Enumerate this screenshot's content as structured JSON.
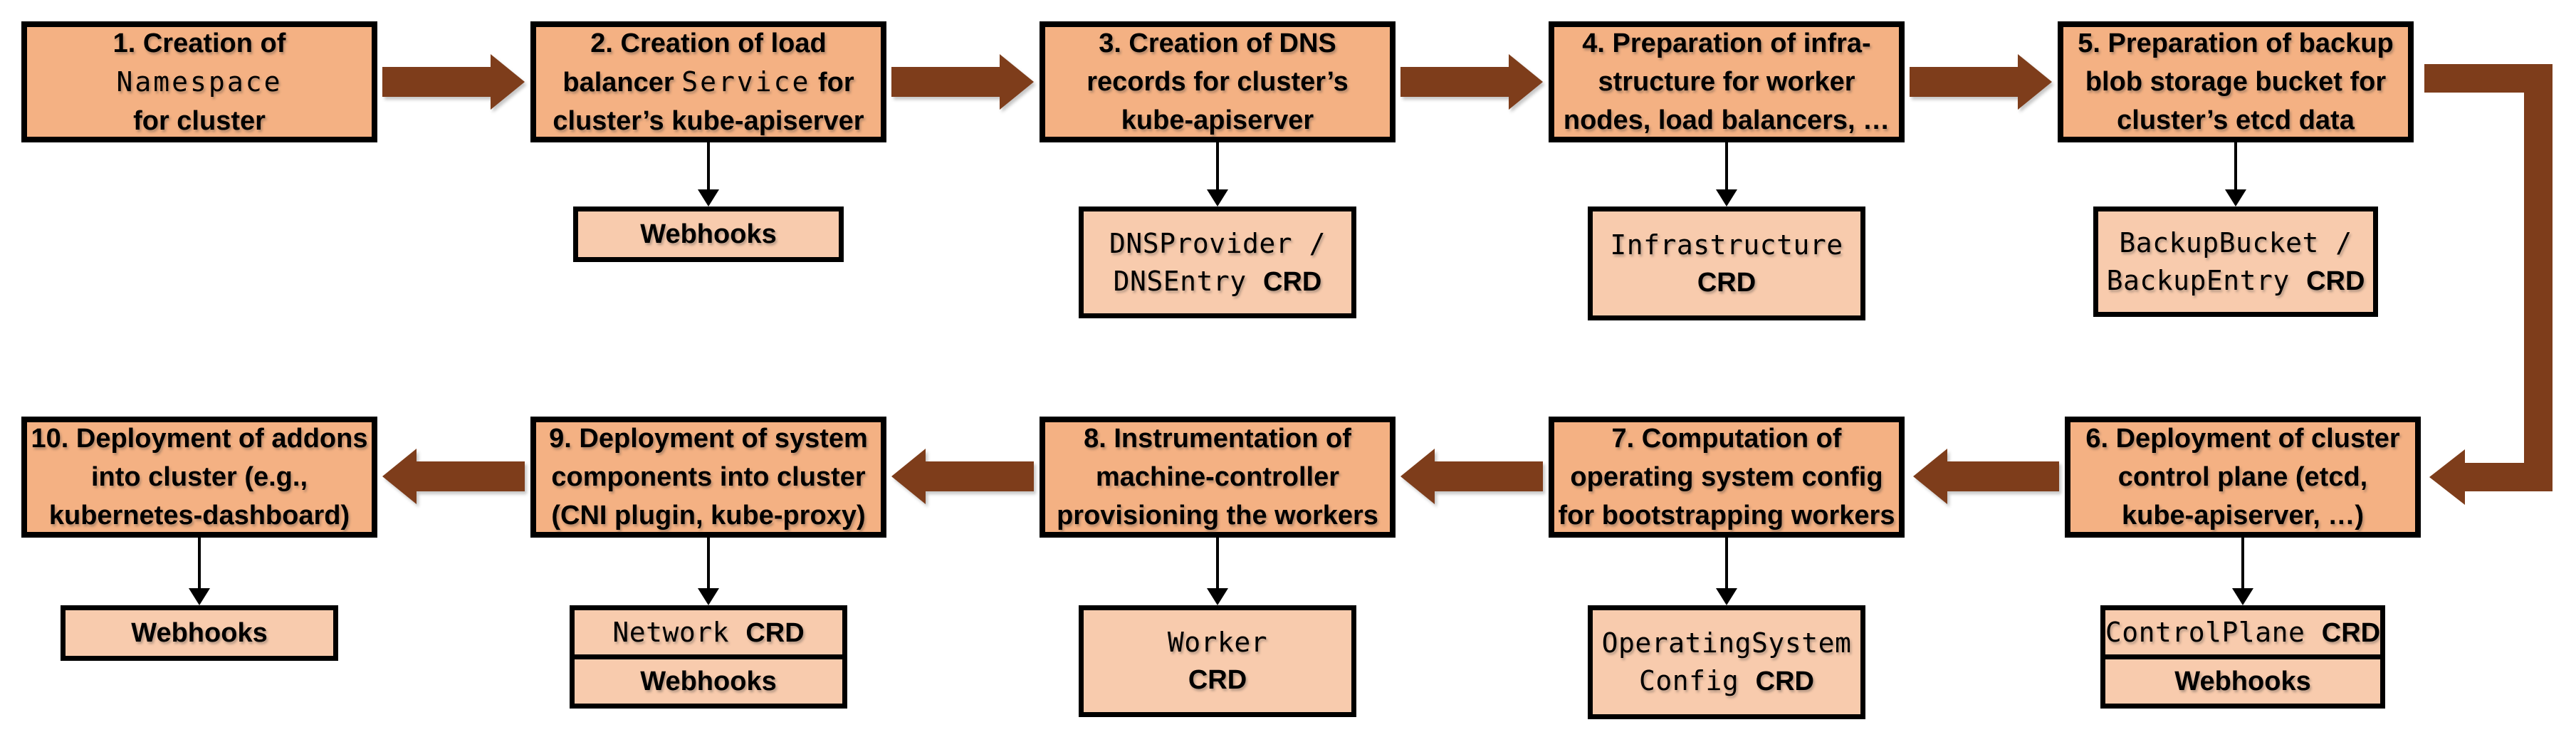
{
  "colors": {
    "background": "#FFFFFF",
    "main_box_fill": "#F4B183",
    "artifact_box_fill": "#F8CBAD",
    "border": "#000000",
    "big_arrow": "#7E3D1B"
  },
  "steps": [
    {
      "label_parts": [
        {
          "t": "1. Creation of",
          "f": "sans"
        },
        {
          "f": "br"
        },
        {
          "t": "Namespace",
          "f": "mono"
        },
        {
          "f": "br"
        },
        {
          "t": "for cluster",
          "f": "sans"
        }
      ],
      "artifacts": []
    },
    {
      "label_parts": [
        {
          "t": "2. Creation of load",
          "f": "sans"
        },
        {
          "f": "br"
        },
        {
          "t": "balancer ",
          "f": "sans"
        },
        {
          "t": "Service",
          "f": "mono"
        },
        {
          "t": " for",
          "f": "sans"
        },
        {
          "f": "br"
        },
        {
          "t": "cluster’s kube-apiserver",
          "f": "sans"
        }
      ],
      "artifacts": [
        {
          "parts": [
            {
              "t": "Webhooks",
              "f": "sans"
            }
          ]
        }
      ]
    },
    {
      "label_parts": [
        {
          "t": "3. Creation of DNS",
          "f": "sans"
        },
        {
          "f": "br"
        },
        {
          "t": "records for cluster’s",
          "f": "sans"
        },
        {
          "f": "br"
        },
        {
          "t": "kube-apiserver",
          "f": "sans"
        }
      ],
      "artifacts": [
        {
          "parts": [
            {
              "t": "DNSProvider /",
              "f": "mono"
            },
            {
              "f": "br"
            },
            {
              "t": "DNSEntry ",
              "f": "mono"
            },
            {
              "t": "CRD",
              "f": "sans"
            }
          ]
        }
      ]
    },
    {
      "label_parts": [
        {
          "t": "4. Preparation of infra-",
          "f": "sans"
        },
        {
          "f": "br"
        },
        {
          "t": "structure for worker",
          "f": "sans"
        },
        {
          "f": "br"
        },
        {
          "t": "nodes, load balancers, …",
          "f": "sans"
        }
      ],
      "artifacts": [
        {
          "parts": [
            {
              "t": "Infrastructure",
              "f": "mono"
            },
            {
              "f": "br"
            },
            {
              "t": "CRD",
              "f": "sans"
            }
          ]
        }
      ]
    },
    {
      "label_parts": [
        {
          "t": "5. Preparation of backup",
          "f": "sans"
        },
        {
          "f": "br"
        },
        {
          "t": "blob storage bucket for",
          "f": "sans"
        },
        {
          "f": "br"
        },
        {
          "t": "cluster’s etcd data",
          "f": "sans"
        }
      ],
      "artifacts": [
        {
          "parts": [
            {
              "t": "BackupBucket /",
              "f": "mono"
            },
            {
              "f": "br"
            },
            {
              "t": "BackupEntry ",
              "f": "mono"
            },
            {
              "t": "CRD",
              "f": "sans"
            }
          ]
        }
      ]
    },
    {
      "label_parts": [
        {
          "t": "6. Deployment of cluster",
          "f": "sans"
        },
        {
          "f": "br"
        },
        {
          "t": "control plane (etcd,",
          "f": "sans"
        },
        {
          "f": "br"
        },
        {
          "t": "kube-apiserver, …)",
          "f": "sans"
        }
      ],
      "artifacts": [
        {
          "parts": [
            {
              "t": "ControlPlane ",
              "f": "mono"
            },
            {
              "t": "CRD",
              "f": "sans"
            }
          ]
        },
        {
          "parts": [
            {
              "t": "Webhooks",
              "f": "sans"
            }
          ]
        }
      ]
    },
    {
      "label_parts": [
        {
          "t": "7. Computation of",
          "f": "sans"
        },
        {
          "f": "br"
        },
        {
          "t": "operating system config",
          "f": "sans"
        },
        {
          "f": "br"
        },
        {
          "t": "for bootstrapping workers",
          "f": "sans"
        }
      ],
      "artifacts": [
        {
          "parts": [
            {
              "t": "OperatingSystem",
              "f": "mono"
            },
            {
              "f": "br"
            },
            {
              "t": "Config ",
              "f": "mono"
            },
            {
              "t": "CRD",
              "f": "sans"
            }
          ]
        }
      ]
    },
    {
      "label_parts": [
        {
          "t": "8. Instrumentation of",
          "f": "sans"
        },
        {
          "f": "br"
        },
        {
          "t": "machine-controller",
          "f": "sans"
        },
        {
          "f": "br"
        },
        {
          "t": "provisioning the workers",
          "f": "sans"
        }
      ],
      "artifacts": [
        {
          "parts": [
            {
              "t": "Worker",
              "f": "mono"
            },
            {
              "f": "br"
            },
            {
              "t": "CRD",
              "f": "sans"
            }
          ]
        }
      ]
    },
    {
      "label_parts": [
        {
          "t": "9. Deployment of system",
          "f": "sans"
        },
        {
          "f": "br"
        },
        {
          "t": "components into cluster",
          "f": "sans"
        },
        {
          "f": "br"
        },
        {
          "t": "(CNI plugin, kube-proxy)",
          "f": "sans"
        }
      ],
      "artifacts": [
        {
          "parts": [
            {
              "t": "Network ",
              "f": "mono"
            },
            {
              "t": "CRD",
              "f": "sans"
            }
          ]
        },
        {
          "parts": [
            {
              "t": "Webhooks",
              "f": "sans"
            }
          ]
        }
      ]
    },
    {
      "label_parts": [
        {
          "t": "10. Deployment of addons",
          "f": "sans"
        },
        {
          "f": "br"
        },
        {
          "t": "into cluster (e.g.,",
          "f": "sans"
        },
        {
          "f": "br"
        },
        {
          "t": "kubernetes-dashboard)",
          "f": "sans"
        }
      ],
      "artifacts": [
        {
          "parts": [
            {
              "t": "Webhooks",
              "f": "sans"
            }
          ]
        }
      ]
    }
  ]
}
